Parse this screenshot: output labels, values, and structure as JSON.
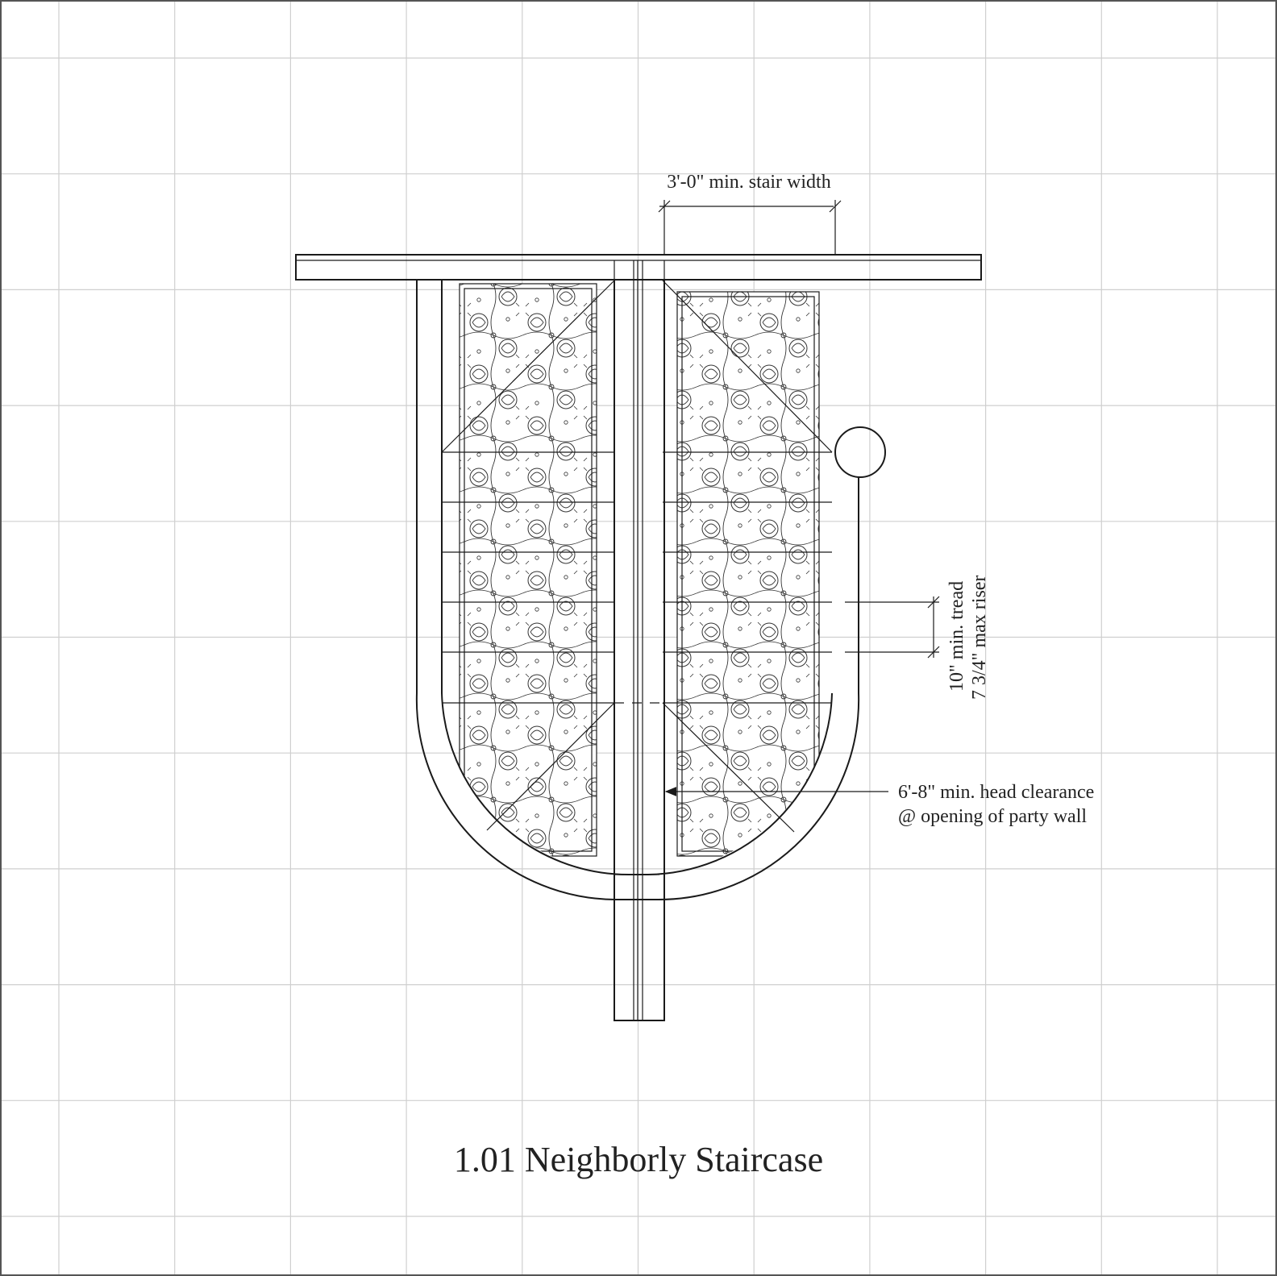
{
  "diagram": {
    "title": "1.01  Neighborly Staircase",
    "annotations": {
      "stair_width": "3'-0\" min. stair width",
      "tread": "10\" min. tread",
      "riser": "7 3/4\" max riser",
      "head_clearance_line1": "6'-8\" min. head clearance",
      "head_clearance_line2": "@ opening of party wall"
    },
    "colors": {
      "ink": "#1a1a1a",
      "grid": "#cfcfcf",
      "background": "#ffffff"
    },
    "icons": [
      "carpet-runner-pattern",
      "newel-post"
    ]
  }
}
